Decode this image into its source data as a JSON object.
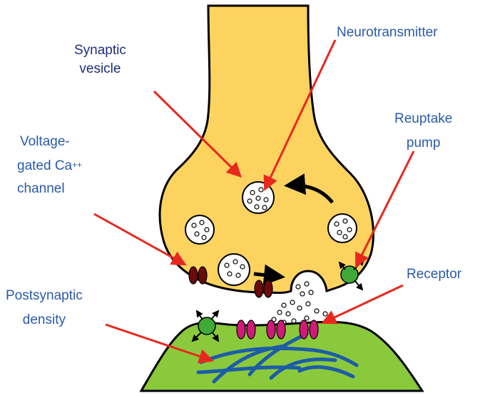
{
  "labels": {
    "synaptic_vesicle": [
      "Synaptic",
      "vesicle"
    ],
    "neurotransmitter": "Neurotransmitter",
    "reuptake_pump": [
      "Reuptake",
      "pump"
    ],
    "voltage_gated_channel": {
      "line1": "Voltage-",
      "line2_base": "gated Ca",
      "line2_superscript": "++",
      "line3": "channel"
    },
    "postsynaptic_density": [
      "Postsynaptic",
      "density"
    ],
    "receptor": "Receptor"
  },
  "colors": {
    "presynaptic_terminal": "#fdd35f",
    "postsynaptic_cell": "#8bc93c",
    "outline": "#000000",
    "annotation_arrow": "#e8281e",
    "calcium_channel": "#6b0c0c",
    "receptor": "#d01a7a",
    "reuptake_pump": "#3faa35",
    "cytoskeleton": "#1c5ca8",
    "label_navy": "#1f2f7a",
    "label_blue": "#2a5aa8"
  }
}
